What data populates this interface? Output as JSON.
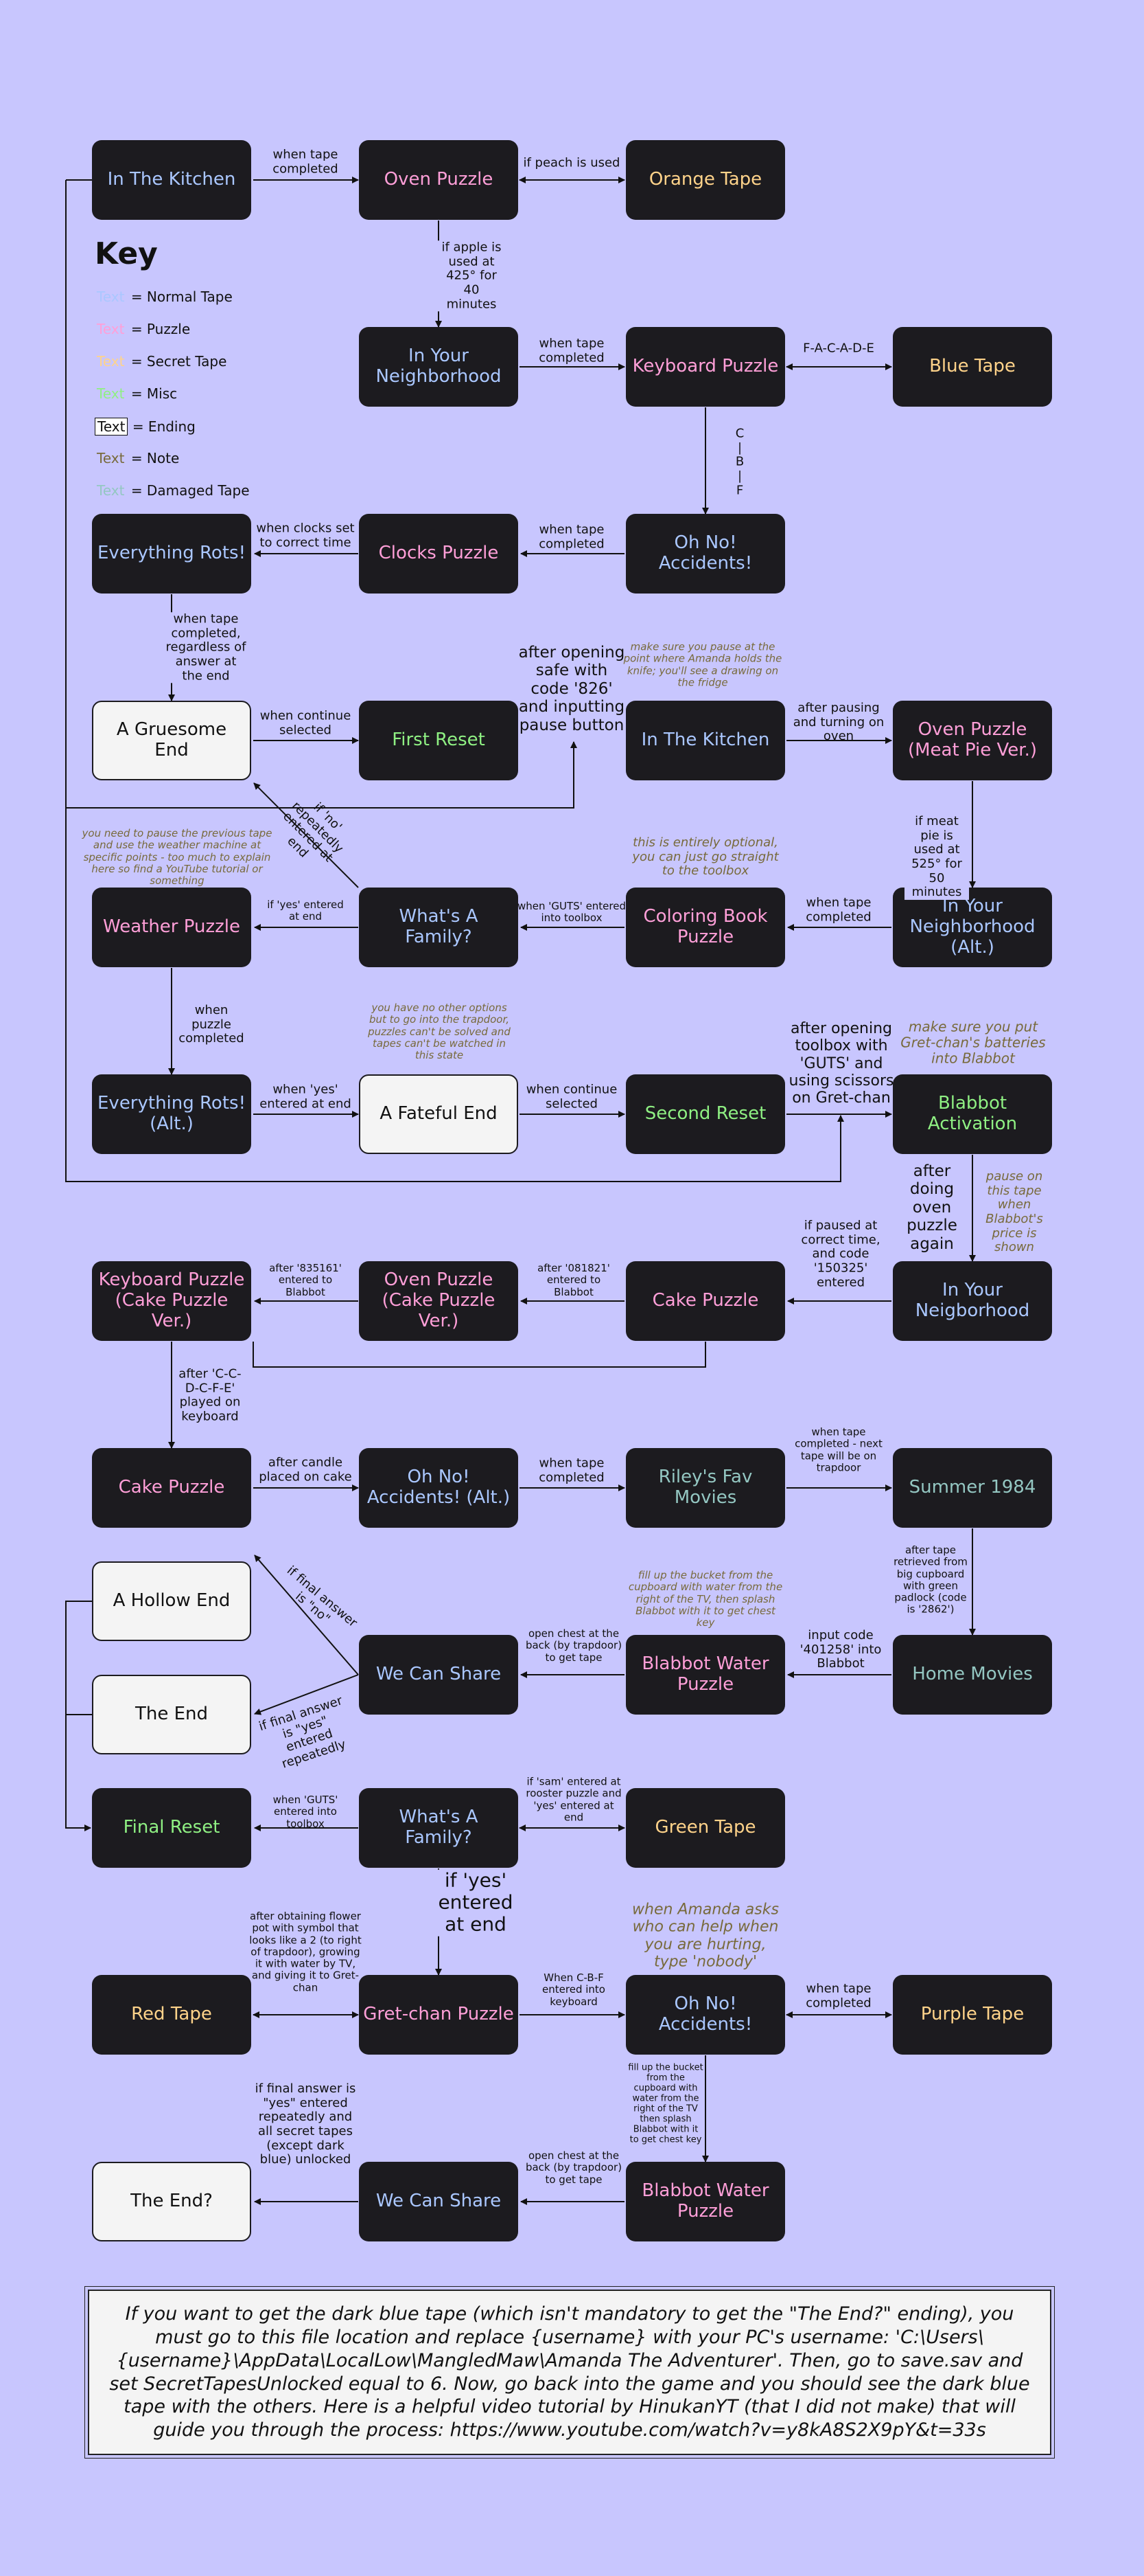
{
  "colors": {
    "background": "#c8c6fe",
    "node_dark": "#1c1b1f",
    "node_light": "#f4f4f4",
    "normal_tape": "#aac7ff",
    "puzzle": "#ff9fd8",
    "secret_tape": "#ffd38a",
    "misc": "#8ff083",
    "ending": "#ffffff",
    "note": "#786a3b",
    "damaged_tape": "#94c7c2"
  },
  "key": {
    "title": "Key",
    "items": [
      {
        "swatch": "Text",
        "label": "= Normal Tape",
        "kind": "tape"
      },
      {
        "swatch": "Text",
        "label": "= Puzzle",
        "kind": "puzzle"
      },
      {
        "swatch": "Text",
        "label": "= Secret Tape",
        "kind": "secret"
      },
      {
        "swatch": "Text",
        "label": "= Misc",
        "kind": "misc"
      },
      {
        "swatch": "Text",
        "label": "= Ending",
        "kind": "ending"
      },
      {
        "swatch": "Text",
        "label": "= Note",
        "kind": "note"
      },
      {
        "swatch": "Text",
        "label": "= Damaged Tape",
        "kind": "damaged"
      }
    ]
  },
  "nodes": {
    "n1": {
      "text": "In The Kitchen",
      "kind": "tape"
    },
    "n2": {
      "text": "Oven Puzzle",
      "kind": "puzzle"
    },
    "n3": {
      "text": "Orange Tape",
      "kind": "secret"
    },
    "n4": {
      "text": "In Your Neighborhood",
      "kind": "tape"
    },
    "n5": {
      "text": "Keyboard Puzzle",
      "kind": "puzzle"
    },
    "n6": {
      "text": "Blue Tape",
      "kind": "secret"
    },
    "n7": {
      "text": "Everything Rots!",
      "kind": "tape"
    },
    "n8": {
      "text": "Clocks Puzzle",
      "kind": "puzzle"
    },
    "n9": {
      "text": "Oh No! Accidents!",
      "kind": "tape"
    },
    "n10": {
      "text": "A Gruesome End",
      "kind": "ending"
    },
    "n11": {
      "text": "First Reset",
      "kind": "misc"
    },
    "n12": {
      "text": "In The Kitchen",
      "kind": "tape"
    },
    "n13": {
      "text": "Oven Puzzle (Meat Pie Ver.)",
      "kind": "puzzle"
    },
    "n14": {
      "text": "Weather Puzzle",
      "kind": "puzzle"
    },
    "n15": {
      "text": "What's A Family?",
      "kind": "tape"
    },
    "n16": {
      "text": "Coloring Book Puzzle",
      "kind": "puzzle"
    },
    "n17": {
      "text": "In Your Neighborhood (Alt.)",
      "kind": "tape"
    },
    "n18": {
      "text": "Everything Rots! (Alt.)",
      "kind": "tape"
    },
    "n19": {
      "text": "A Fateful End",
      "kind": "ending"
    },
    "n20": {
      "text": "Second Reset",
      "kind": "misc"
    },
    "n21": {
      "text": "Blabbot Activation",
      "kind": "misc"
    },
    "n22": {
      "text": "Keyboard Puzzle (Cake Puzzle Ver.)",
      "kind": "puzzle"
    },
    "n23": {
      "text": "Oven Puzzle (Cake Puzzle Ver.)",
      "kind": "puzzle"
    },
    "n24": {
      "text": "Cake Puzzle",
      "kind": "puzzle"
    },
    "n25": {
      "text": "In Your Neigborhood",
      "kind": "tape"
    },
    "n26": {
      "text": "Cake Puzzle",
      "kind": "puzzle"
    },
    "n27": {
      "text": "Oh No! Accidents! (Alt.)",
      "kind": "tape"
    },
    "n28": {
      "text": "Riley's Fav Movies",
      "kind": "damaged"
    },
    "n29": {
      "text": "Summer 1984",
      "kind": "damaged"
    },
    "n30": {
      "text": "A Hollow End",
      "kind": "ending"
    },
    "n31": {
      "text": "We Can Share",
      "kind": "tape"
    },
    "n32": {
      "text": "Blabbot Water Puzzle",
      "kind": "puzzle"
    },
    "n33": {
      "text": "Home Movies",
      "kind": "damaged"
    },
    "n34": {
      "text": "The End",
      "kind": "ending"
    },
    "n35": {
      "text": "Final Reset",
      "kind": "misc"
    },
    "n36": {
      "text": "What's A Family?",
      "kind": "tape"
    },
    "n37": {
      "text": "Green Tape",
      "kind": "secret"
    },
    "n38": {
      "text": "Red Tape",
      "kind": "secret"
    },
    "n39": {
      "text": "Gret-chan Puzzle",
      "kind": "puzzle"
    },
    "n40": {
      "text": "Oh No! Accidents!",
      "kind": "tape"
    },
    "n41": {
      "text": "Purple Tape",
      "kind": "secret"
    },
    "n42": {
      "text": "The End?",
      "kind": "ending"
    },
    "n43": {
      "text": "We Can Share",
      "kind": "tape"
    },
    "n44": {
      "text": "Blabbot Water Puzzle",
      "kind": "puzzle"
    }
  },
  "labels": {
    "l1": "when tape completed",
    "l2": "if peach is used",
    "l3": "if apple is used at 425° for 40 minutes",
    "l4": "when tape completed",
    "l5": "F-A-C-A-D-E",
    "l6": "C | B | F",
    "l7": "when tape completed",
    "l8": "when clocks set to correct time",
    "l9": "when tape completed, regardless of answer at the end",
    "l10": "when continue selected",
    "l11": "after opening safe with code '826' and inputting pause button",
    "l12": "after pausing and turning on oven",
    "l13": "if meat pie is used at 525° for 50 minutes",
    "l14": "when tape completed",
    "l15": "when 'GUTS' entered into toolbox",
    "l16": "if 'no' repeatedly entered at end",
    "l17": "if 'yes' entered at end",
    "l18": "when puzzle completed",
    "l19": "when 'yes' entered at end",
    "l20": "when continue selected",
    "l21": "after opening toolbox with 'GUTS' and using scissors on Gret-chan",
    "l22": "after doing oven puzzle again",
    "l23": "if paused at correct time, and code '150325' entered",
    "l24": "after '081821' entered to Blabbot",
    "l25": "after '835161' entered to Blabbot",
    "l26": "after 'C-C-D-C-F-E' played on keyboard",
    "l27": "after candle placed on cake",
    "l28": "when tape completed",
    "l29": "when tape completed - next tape will be on trapdoor",
    "l30": "after tape retrieved from big cupboard with green padlock (code is '2862')",
    "l31": "input code '401258' into Blabbot",
    "l32": "open chest at the back (by trapdoor) to get tape",
    "l33": "if final answer is \"no\"",
    "l34": "if final answer is \"yes\" entered repeatedly",
    "l35": "when 'GUTS' entered into toolbox",
    "l36": "if 'sam' entered at rooster puzzle and 'yes' entered at end",
    "l37": "if 'yes' entered at end",
    "l38": "after obtaining flower pot with symbol that looks like a 2 (to right of trapdoor), growing it with water by TV, and giving it to Gret-chan",
    "l39": "When C-B-F entered into keyboard",
    "l40": "when tape completed",
    "l41": "fill up the bucket from the cupboard with water from the right of the TV then splash Blabbot with it to get chest key",
    "l42": "if final answer is \"yes\" entered repeatedly and all secret tapes (except dark blue) unlocked",
    "l43": "open chest at the back (by trapdoor) to get tape"
  },
  "notes": {
    "t1": "make sure you pause at the point where Amanda holds the knife; you'll see a drawing on the fridge",
    "t2": "this is entirely optional, you can just go straight to the toolbox",
    "t3": "you need to pause the previous tape and use the weather machine at specific points - too much to explain here so find a YouTube tutorial or something",
    "t4": "you have no other options but to go into the trapdoor, puzzles can't be solved and tapes can't be watched in this state",
    "t5": "make sure you put Gret-chan's batteries into Blabbot",
    "t6": "pause on this tape when Blabbot's price is shown",
    "t7": "fill up the bucket from the cupboard with water from the right of the TV, then splash Blabbot with it to get chest key",
    "t8": "when Amanda asks who can help when you are hurting, type 'nobody'"
  },
  "info": "If you want to get the dark blue tape (which isn't mandatory to get the \"The End?\" ending), you must go to this file location and replace {username} with your PC's username: 'C:\\Users\\{username}\\AppData\\LocalLow\\MangledMaw\\Amanda The Adventurer'. Then, go to save.sav and set SecretTapesUnlocked equal to 6. Now, go back into the game and you should see the dark blue tape with the others. Here is a helpful video tutorial by HinukanYT (that I did not make) that will guide you through the process: https://www.youtube.com/watch?v=y8kA8S2X9pY&t=33s"
}
